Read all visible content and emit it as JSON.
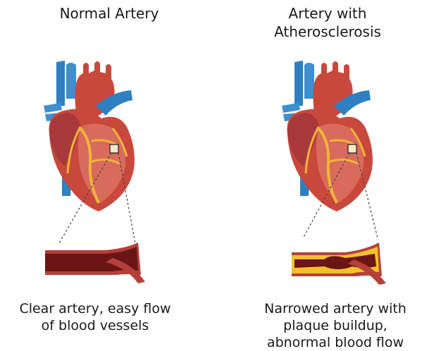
{
  "panels": {
    "normal": {
      "title": "Normal Artery",
      "caption_lines": [
        "Clear artery, easy flow",
        "of blood vessels"
      ]
    },
    "diseased": {
      "title_lines": [
        "Artery with",
        "Atherosclerosis"
      ],
      "caption_lines": [
        "Narrowed artery with",
        "plaque buildup,",
        "abnormal blood flow"
      ]
    }
  },
  "colors": {
    "heart": "#c9483c",
    "heart_dark": "#8c2a28",
    "vein": "#2f7fc1",
    "artery_wall": "#b5403a",
    "lumen": "#6b1516",
    "plaque": "#f4c02e",
    "coronary": "#f2b43a"
  }
}
